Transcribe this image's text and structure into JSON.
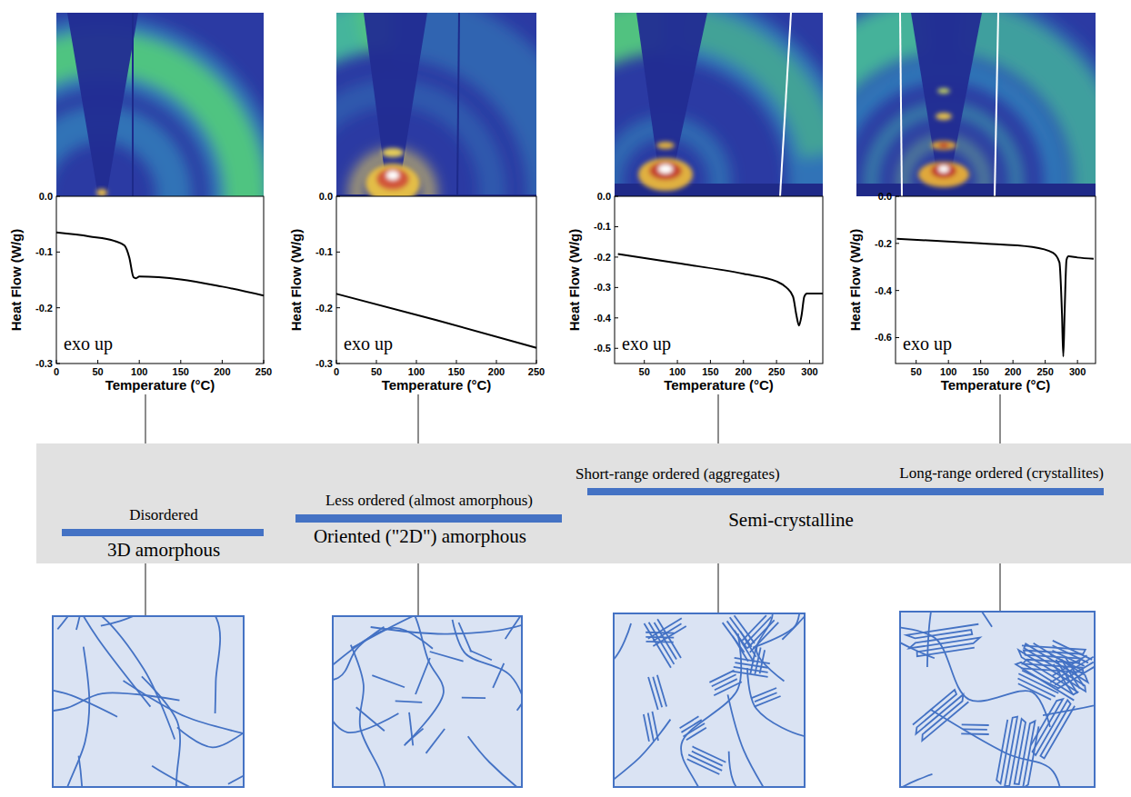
{
  "diagram": {
    "nodes": [
      {
        "text": [
          "Disordered",
          "3D amorphous"
        ]
      },
      {
        "text": [
          "Less ordered (almost amorphous)",
          "Oriented (\"2D\") amorphous"
        ]
      },
      {
        "text": [
          "Short-range ordered (aggregates)",
          "Long-range ordered (crystallites)",
          "Semi-crystalline"
        ]
      }
    ],
    "labels": [
      "0.0",
      "-0.1",
      "-0.2",
      "-0.3",
      "0",
      "50",
      "100",
      "150",
      "200",
      "250",
      "Heat Flow (W/g)",
      "Temperature (°C)",
      "exo up",
      "0.0",
      "-0.1",
      "-0.2",
      "-0.3",
      "0",
      "50",
      "100",
      "150",
      "200",
      "250",
      "Heat Flow (W/g)",
      "Temperature (°C)",
      "exo up",
      "0.0",
      "-0.1",
      "-0.2",
      "-0.3",
      "-0.4",
      "-0.5",
      "50",
      "100",
      "150",
      "200",
      "250",
      "300",
      "Heat Flow (W/g)",
      "Temperature (°C)",
      "exo up",
      "0.0",
      "-0.2",
      "-0.4",
      "-0.6",
      "50",
      "100",
      "150",
      "200",
      "250",
      "300",
      "Heat Flow (W/g)",
      "Temperature (°C)",
      "exo up"
    ]
  }
}
